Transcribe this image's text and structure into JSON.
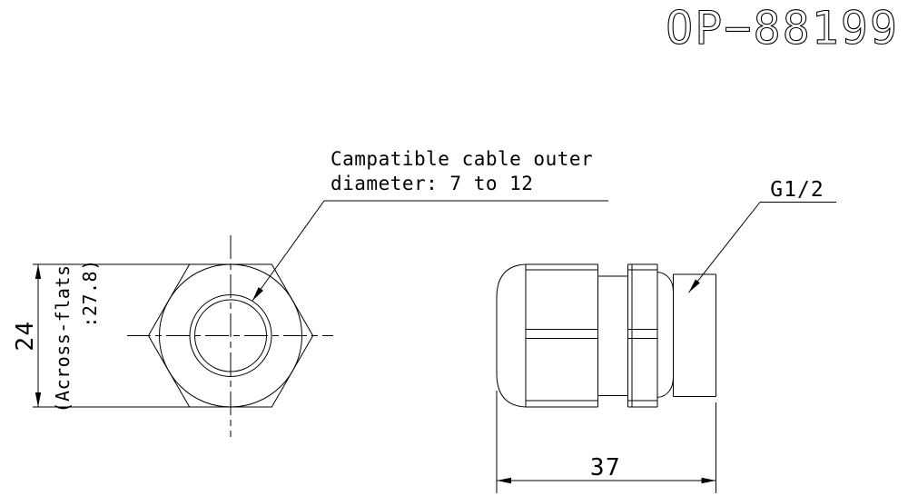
{
  "drawing": {
    "part_number": "OP−88199",
    "line_color": "#000000",
    "background_color": "#ffffff"
  },
  "notes": {
    "cable": {
      "line1": "Campatible cable outer",
      "line2": "diameter: 7 to 12"
    },
    "thread_label": "G1/2"
  },
  "dimensions": {
    "overall_length_mm": "37",
    "body_height_mm": "24",
    "across_flats_note_line1": "(Across-flats",
    "across_flats_note_line2": ":27.8)"
  }
}
